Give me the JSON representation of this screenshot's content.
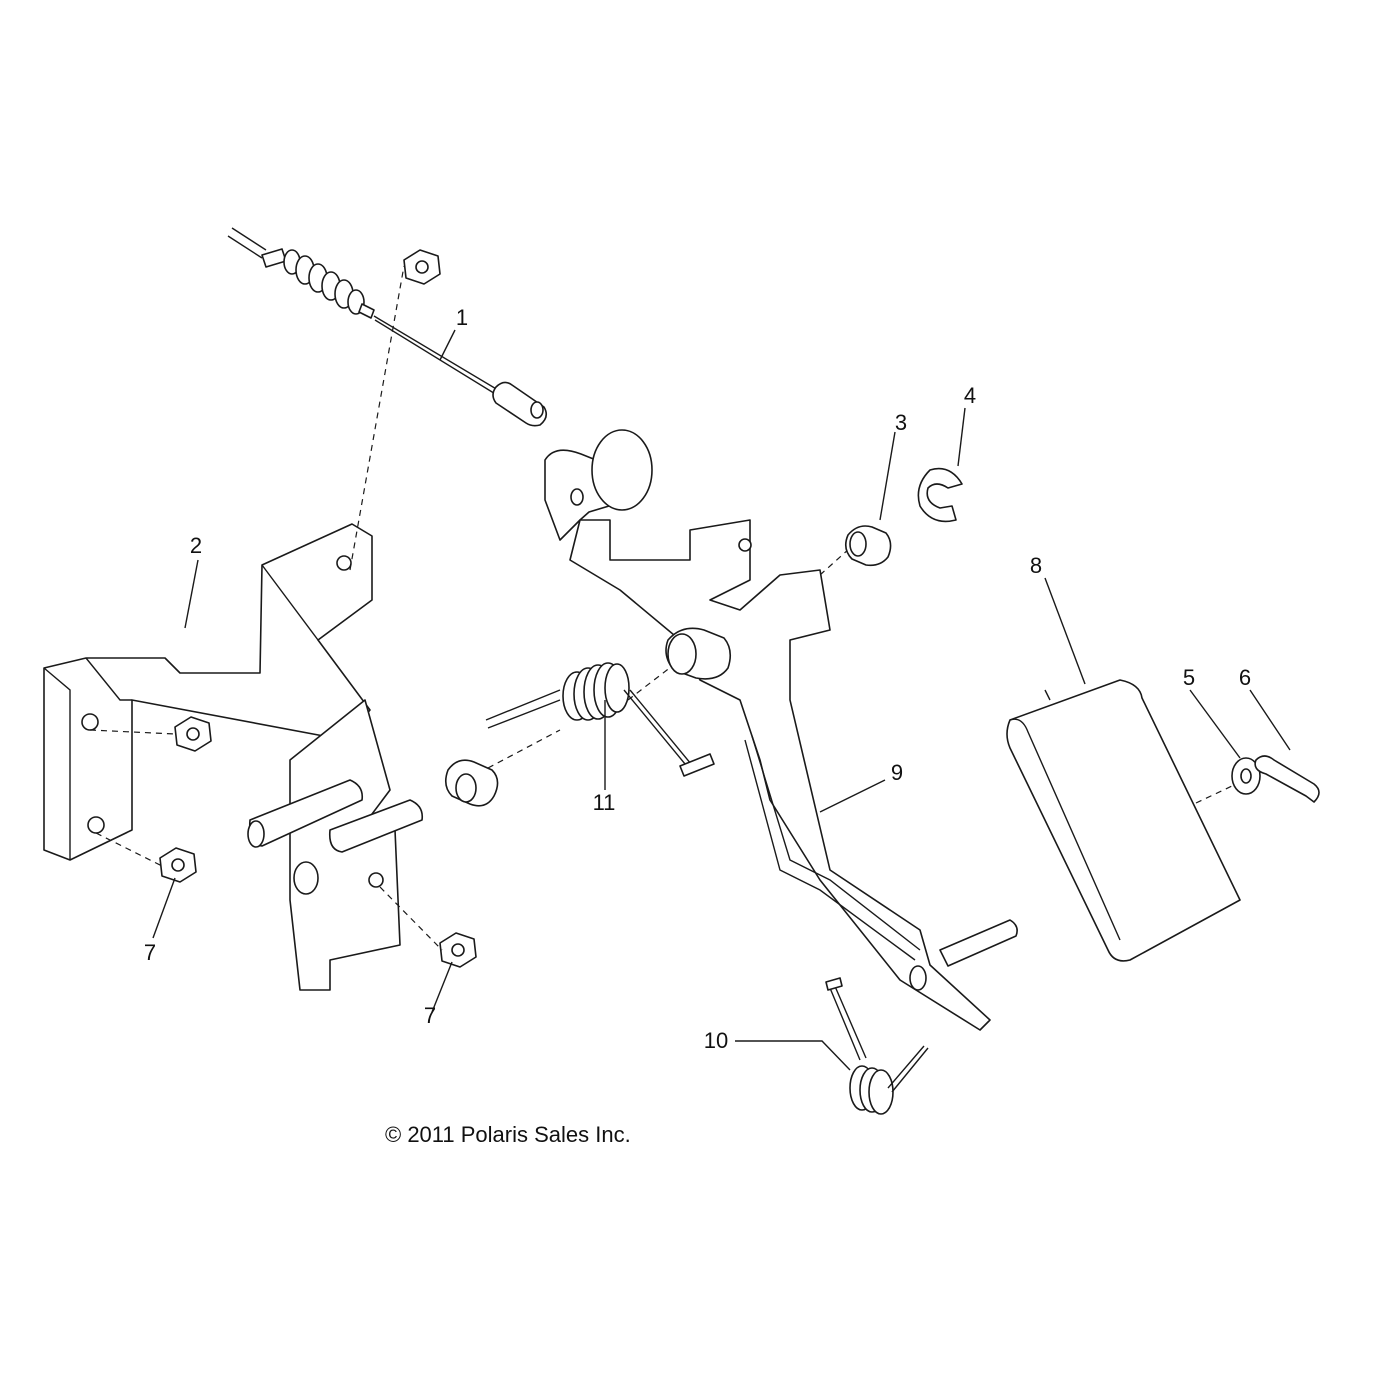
{
  "callouts": [
    {
      "id": "1",
      "label": "1"
    },
    {
      "id": "2",
      "label": "2"
    },
    {
      "id": "3",
      "label": "3"
    },
    {
      "id": "4",
      "label": "4"
    },
    {
      "id": "5",
      "label": "5"
    },
    {
      "id": "6",
      "label": "6"
    },
    {
      "id": "7a",
      "label": "7"
    },
    {
      "id": "7b",
      "label": "7"
    },
    {
      "id": "8",
      "label": "8"
    },
    {
      "id": "9",
      "label": "9"
    },
    {
      "id": "10",
      "label": "10"
    },
    {
      "id": "11",
      "label": "11"
    }
  ],
  "copyright": "© 2011 Polaris Sales Inc."
}
